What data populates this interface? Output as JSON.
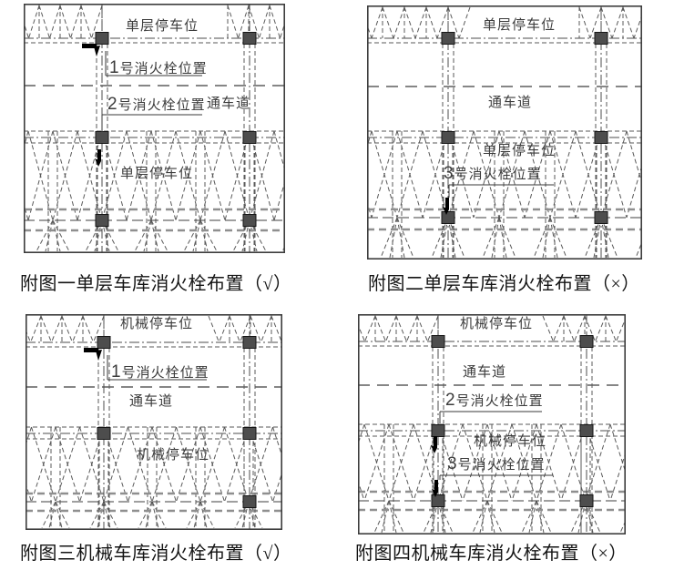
{
  "page": {
    "background": "#ffffff",
    "description_texts": {
      "lane": "通车道",
      "single_layer_parking": "单层停车位",
      "mechanical_parking": "机械停车位"
    }
  },
  "colors": {
    "line": "#3c3c3c",
    "dashed_gray": "#8f8f8f",
    "column_fill": "#4d4d4d",
    "diagram_text": "#3c3c3c",
    "caption_text": "#141414",
    "hydrant_symbol": "#000000"
  },
  "figures": [
    {
      "id": "fig1",
      "caption": "附图一单层车库消火栓布置（√）",
      "result_mark": "√",
      "labels": {
        "top_parking": "单层停车位",
        "lane": "通车道",
        "bottom_parking": "单层停车位"
      },
      "hydrant_labels": [
        "1号消火栓位置",
        "2号消火栓位置"
      ]
    },
    {
      "id": "fig2",
      "caption": "附图二单层车库消火栓布置（×）",
      "result_mark": "×",
      "labels": {
        "top_parking": "单层停车位",
        "lane": "通车道",
        "bottom_parking": "单层停车位"
      },
      "hydrant_labels": [
        "3号消火栓位置"
      ]
    },
    {
      "id": "fig3",
      "caption": "附图三机械车库消火栓布置（√）",
      "result_mark": "√",
      "labels": {
        "top_parking": "机械停车位",
        "lane": "通车道",
        "bottom_parking": "机械停车位"
      },
      "hydrant_labels": [
        "1号消火栓位置"
      ]
    },
    {
      "id": "fig4",
      "caption": "附图四机械车库消火栓布置（×）",
      "result_mark": "×",
      "labels": {
        "top_parking": "机械停车位",
        "lane": "通车道",
        "bottom_parking": "机械停车位"
      },
      "hydrant_labels": [
        "2号消火栓位置",
        "3号消火栓位置"
      ]
    }
  ]
}
